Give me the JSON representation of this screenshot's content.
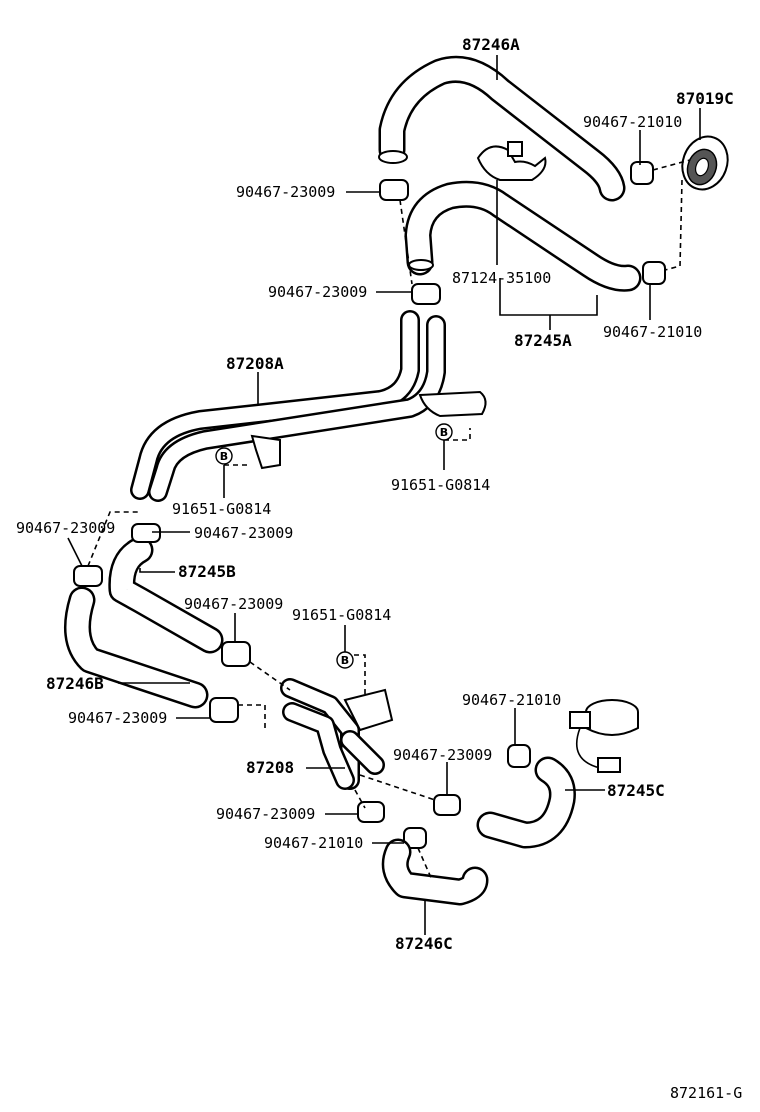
{
  "labels": {
    "hose_87246A": "87246A",
    "grommet_87019C": "87019C",
    "clamp_21010_top": "90467-21010",
    "clamp_23009_top": "90467-23009",
    "clamp_23009_second": "90467-23009",
    "clip_87124": "87124-35100",
    "clamp_21010_right": "90467-21010",
    "hose_87245A": "87245A",
    "pipe_87208A": "87208A",
    "bolt_left": "91651-G0814",
    "bolt_right": "91651-G0814",
    "clamp_23009_left": "90467-23009",
    "clamp_23009_leftb": "90467-23009",
    "hose_87245B": "87245B",
    "clamp_23009_mid": "90467-23009",
    "bolt_mid": "91651-G0814",
    "hose_87246B": "87246B",
    "clamp_23009_low": "90467-23009",
    "clamp_21010_low": "90467-21010",
    "pipe_87208": "87208",
    "clamp_23009_c": "90467-23009",
    "hose_87245C": "87245C",
    "clamp_23009_bottom": "90467-23009",
    "clamp_21010_bottom": "90467-21010",
    "hose_87246C": "87246C",
    "figure_code": "872161-G"
  },
  "bolt_marker": "B"
}
